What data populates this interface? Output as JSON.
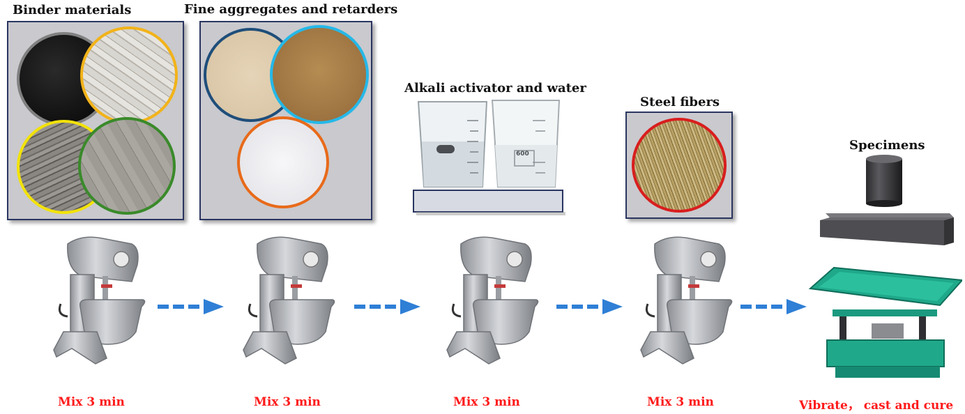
{
  "labels": {
    "binder": "Binder materials",
    "fine_aggregates": "Fine aggregates and retarders",
    "alkali": "Alkali activator and water",
    "steel": "Steel fibers",
    "specimens": "Specimens",
    "beaker_mark": "600"
  },
  "steps": [
    "Mix 3 min",
    "Mix 3 min",
    "Mix 3 min",
    "Mix 3 min",
    "Vibrate， cast and cure"
  ],
  "colors": {
    "panel_bg": "#c9c9ce",
    "panel_border": "#2a3560",
    "step_text": "#ff1a1a",
    "arrow": "#2f7fd6",
    "vibrating_table": "#1fa88a",
    "circle_outlines": [
      "#808080",
      "#f2b31a",
      "#f2e20a",
      "#3a8a2a",
      "#1f4e7a",
      "#25b8e8",
      "#e86a1a",
      "#d81e1e"
    ]
  },
  "icons": [
    "mixer-icon",
    "arrow-right-icon",
    "beaker-icon",
    "cylinder-specimen-icon",
    "prism-specimen-icon",
    "vibrating-table-icon"
  ]
}
